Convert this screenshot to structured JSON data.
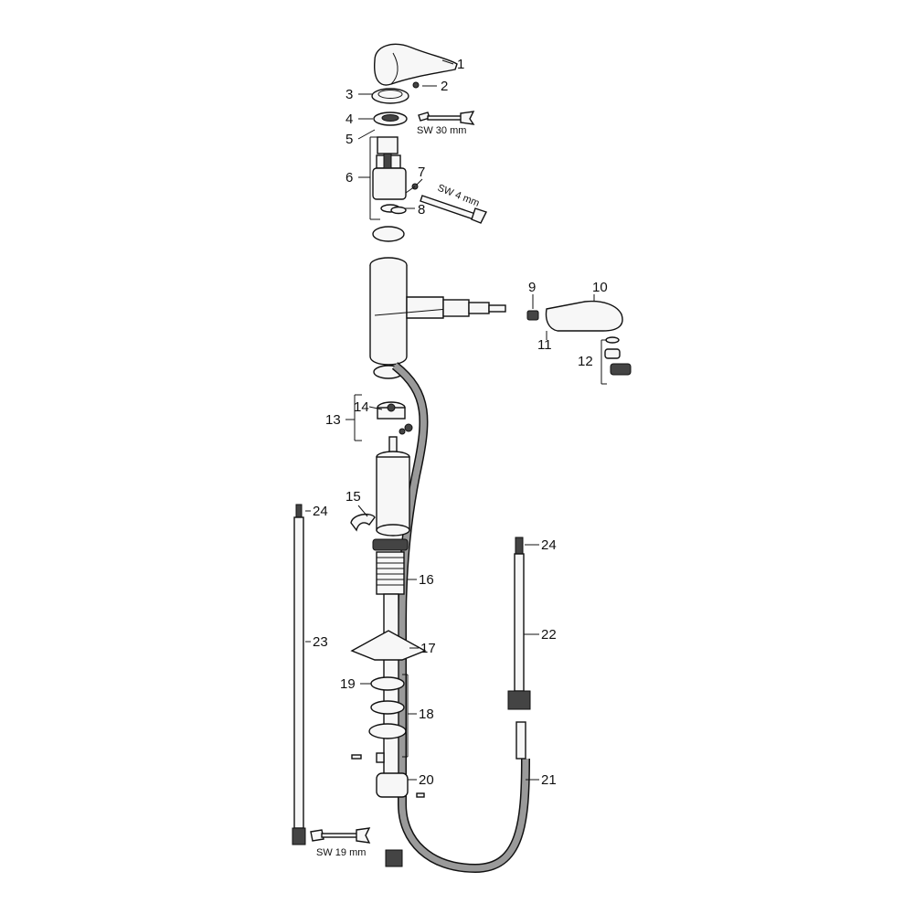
{
  "callouts": {
    "c1": "1",
    "c2": "2",
    "c3": "3",
    "c4": "4",
    "c5": "5",
    "c6": "6",
    "c7": "7",
    "c8": "8",
    "c9": "9",
    "c10": "10",
    "c11": "11",
    "c12": "12",
    "c13": "13",
    "c14": "14",
    "c15": "15",
    "c16": "16",
    "c17": "17",
    "c18": "18",
    "c19": "19",
    "c20": "20",
    "c21": "21",
    "c22": "22",
    "c23": "23",
    "c24a": "24",
    "c24b": "24"
  },
  "tools": {
    "wrench_30": "SW 30 mm",
    "hex_key_4": "SW 4 mm",
    "wrench_19": "SW 19 mm"
  },
  "colors": {
    "line": "#111111",
    "hose": "#9a9a9a",
    "background": "#ffffff"
  }
}
